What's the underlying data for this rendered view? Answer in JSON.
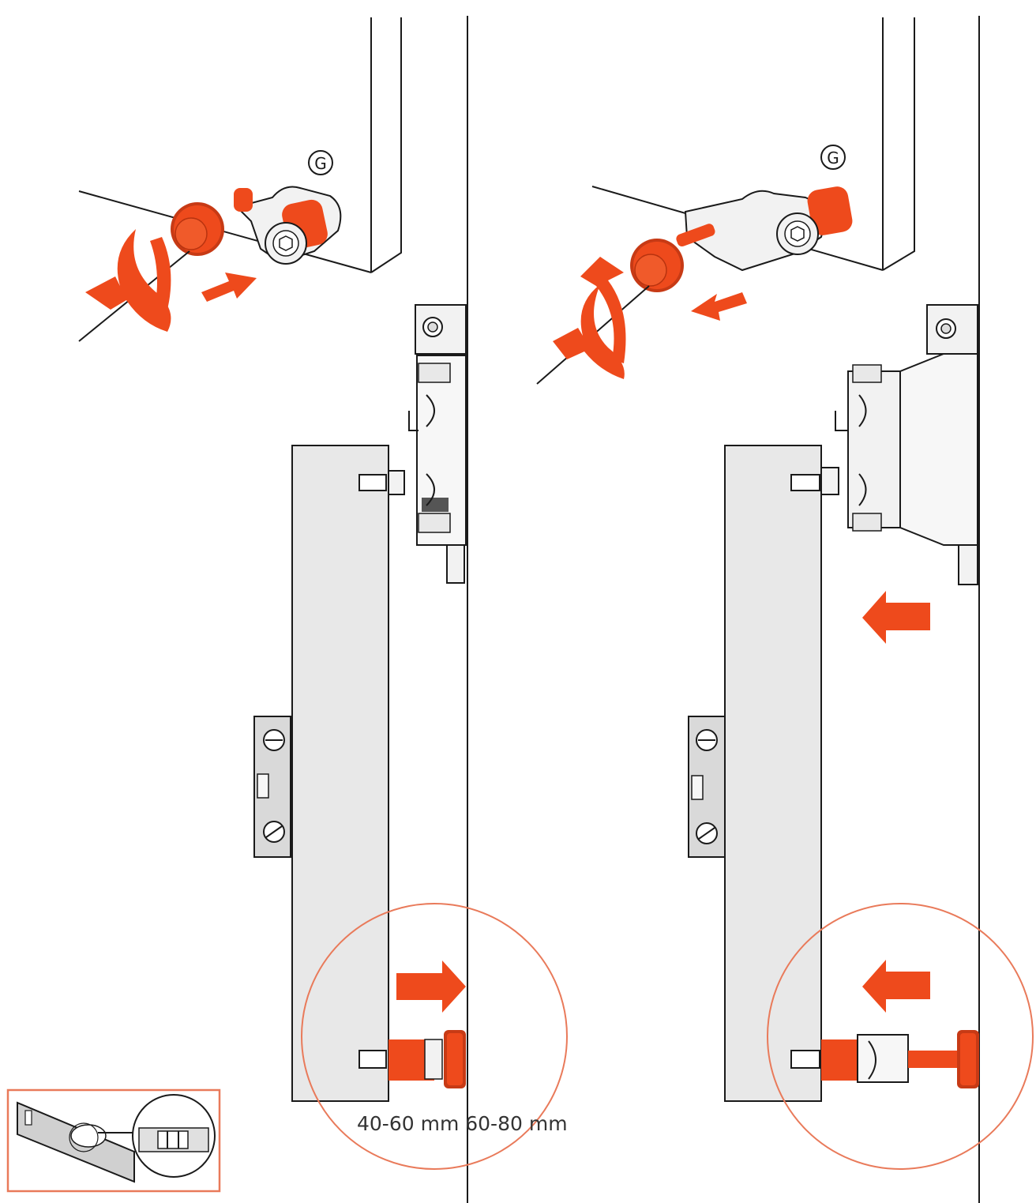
{
  "caption": {
    "dimensions_text": "40-60 mm 60-80 mm"
  },
  "labels": {
    "part_letter_left": "G",
    "part_letter_right": "G"
  },
  "colors": {
    "accent": "#ee4a1c",
    "panel": "#e8e8e8",
    "hardware": "#f2f2f2",
    "outline": "#1a1a1a",
    "inset_border": "#e97a5a"
  },
  "icons": {
    "rotate_arrow": "curved-arrow-icon",
    "push_arrow": "straight-arrow-icon",
    "level_tool": "spirit-level-icon"
  }
}
